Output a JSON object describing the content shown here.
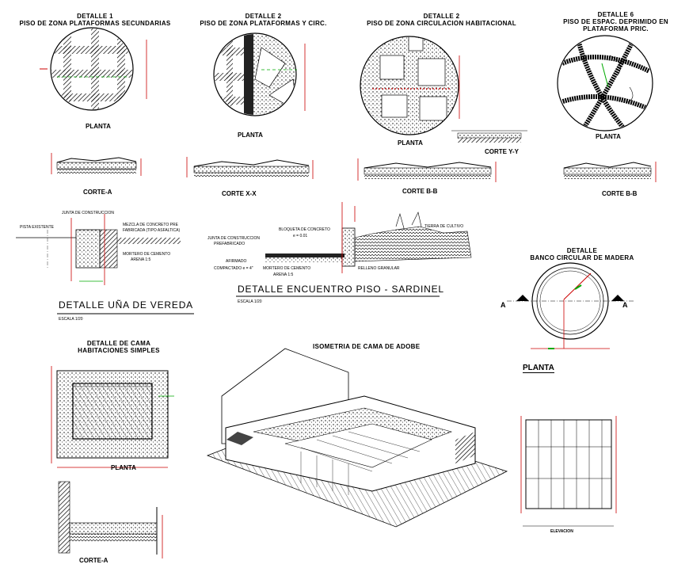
{
  "titles": {
    "d1": {
      "line1": "DETALLE 1",
      "line2": "PISO DE ZONA PLATAFORMAS SECUNDARIAS"
    },
    "d2a": {
      "line1": "DETALLE 2",
      "line2": "PISO DE ZONA PLATAFORMAS Y CIRC."
    },
    "d2b": {
      "line1": "DETALLE 2",
      "line2": "PISO DE ZONA CIRCULACION HABITACIONAL"
    },
    "d6": {
      "line1": "DETALLE 6",
      "line2": "PISO DE ESPAC. DEPRIMIDO EN",
      "line3": "PLATAFORMA PRIC."
    },
    "banco": {
      "line1": "DETALLE",
      "line2": "BANCO CIRCULAR DE MADERA"
    },
    "cama": {
      "line1": "DETALLE DE CAMA",
      "line2": "HABITACIONES SIMPLES"
    },
    "isometria": "ISOMETRIA  DE CAMA DE ADOBE",
    "una": "DETALLE UÑA DE VEREDA",
    "encuentro": "DETALLE ENCUENTRO PISO - SARDINEL",
    "escala1": "ESCALA 1/20",
    "escala2": "ESCALA 1/20"
  },
  "labels": {
    "planta1": "PLANTA",
    "planta2": "PLANTA",
    "planta3": "PLANTA",
    "planta4": "PLANTA",
    "planta_banco": "PLANTA",
    "planta_cama": "PLANTA",
    "corte_a1": "CORTE-A",
    "corte_x": "CORTE X-X",
    "corte_b": "CORTE B-B",
    "corte_y": "CORTE Y-Y",
    "corte_bb2": "CORTE B-B",
    "corte_cama": "CORTE-A",
    "elevacion": "ELEVACION",
    "sec_a_left": "A",
    "sec_a_right": "A"
  },
  "notes": {
    "junta": "JUNTA DE CONSTRUCCION",
    "pista": "PISTA EXISTENTE",
    "mezcla1": "MEZCLA DE CONCRETO PRE",
    "mezcla2": "FABRICADA (TIPO ASFALTICA)",
    "mortero1": "MORTERO DE CEMENTO",
    "arena1": "ARENA 1:5",
    "junta2a": "JUNTA DE CONSTRUCCION",
    "junta2b": "PREFABRICADO",
    "bloqueta1": "BLOQUETA DE CONCRETO",
    "bloqueta2": "e = 0.01",
    "tierra": "TIERRA DE CULTIVO",
    "afirmado": "AFIRMADO",
    "compactado": "COMPACTADO e = 4\"",
    "mortero2": "MORTERO DE CEMENTO",
    "arena2": "ARENA 1:5",
    "relleno": "RELLENO GRANULAR"
  }
}
